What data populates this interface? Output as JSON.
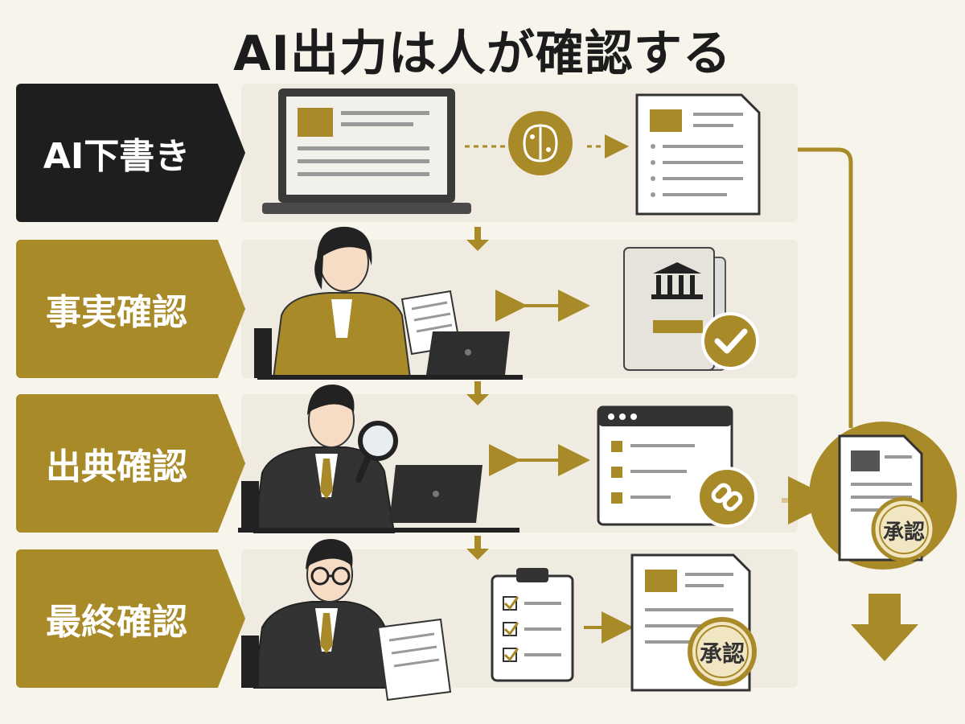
{
  "title": "AI出力は人が確認する",
  "stages": [
    {
      "label": "AI下書き"
    },
    {
      "label": "事実確認"
    },
    {
      "label": "出典確認"
    },
    {
      "label": "最終確認"
    }
  ],
  "approval_stamp": "承認",
  "colors": {
    "gold": "#a98a28",
    "dark": "#1e1e1e",
    "background": "#f7f4ec"
  }
}
